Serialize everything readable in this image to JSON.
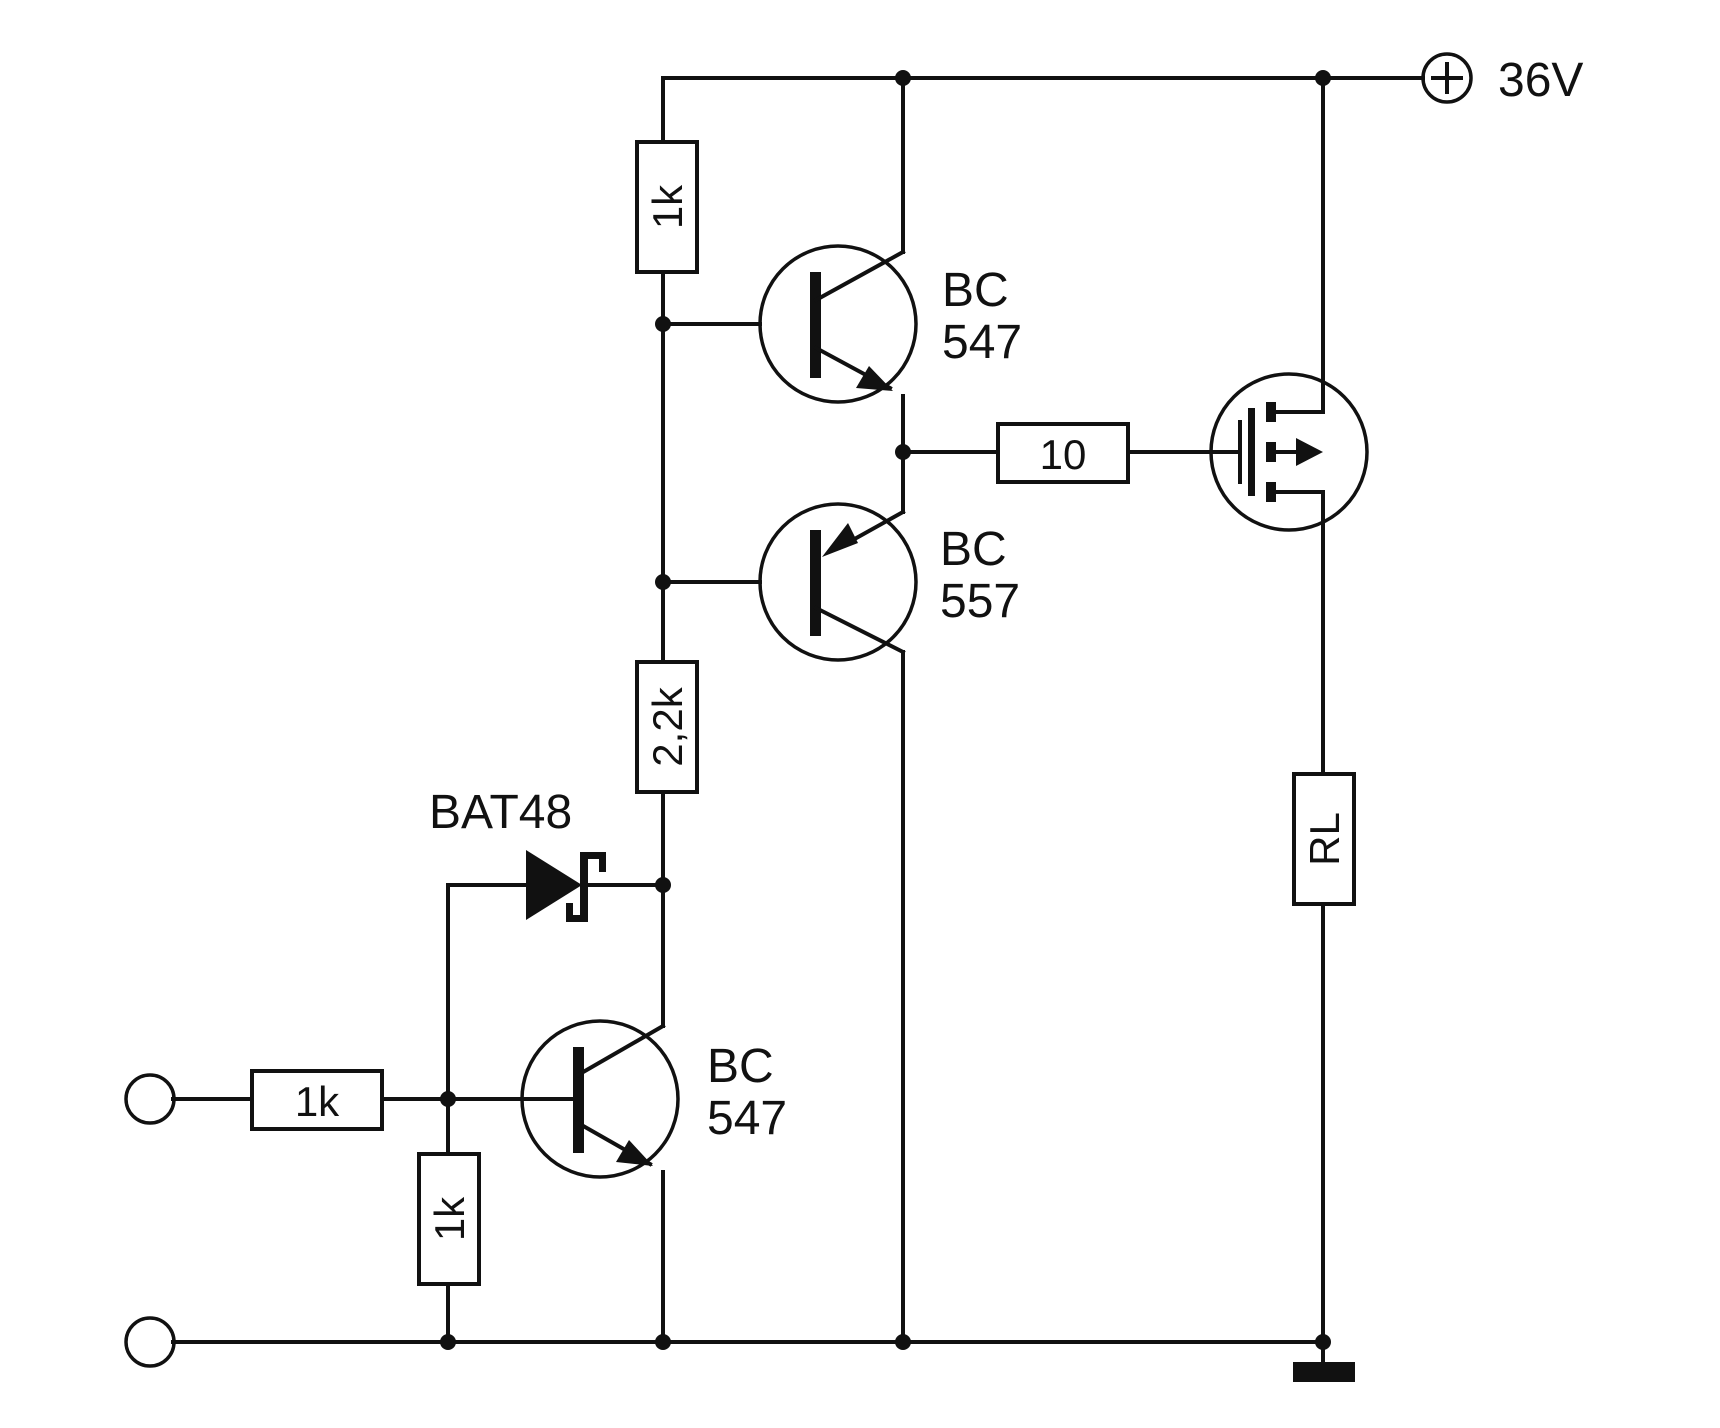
{
  "supply": {
    "label": "36V",
    "symbol": "+"
  },
  "labels": {
    "q_top_line1": "BC",
    "q_top_line2": "547",
    "q_mid_line1": "BC",
    "q_mid_line2": "557",
    "q_bot_line1": "BC",
    "q_bot_line2": "547",
    "diode": "BAT48"
  },
  "resistors": {
    "r_base_top": "1k",
    "r_collector": "2,2k",
    "r_gate": "10",
    "r_input": "1k",
    "r_pulldown": "1k",
    "r_load": "RL"
  },
  "colors": {
    "ink": "#111111",
    "background": "#ffffff"
  }
}
